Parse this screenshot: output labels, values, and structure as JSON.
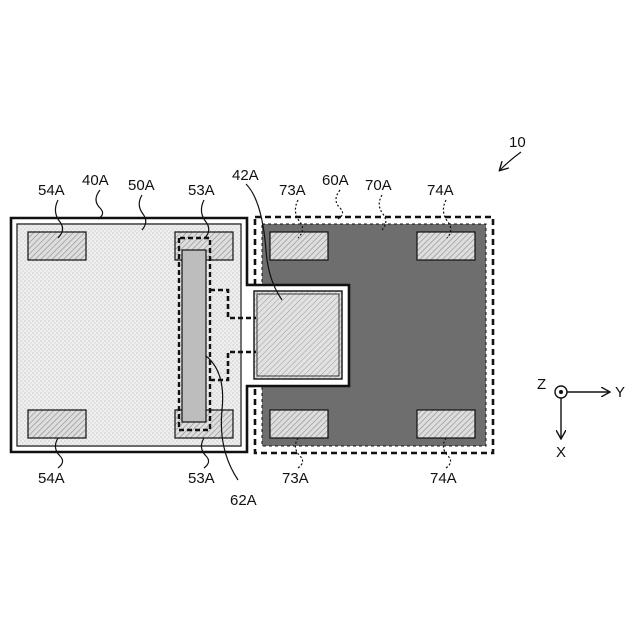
{
  "figure_ref": "10",
  "labels": {
    "l40A": "40A",
    "l50A": "50A",
    "l54A_top": "54A",
    "l53A_top": "53A",
    "l42A": "42A",
    "l73A_top": "73A",
    "l60A": "60A",
    "l70A": "70A",
    "l74A_top": "74A",
    "l54A_bottom": "54A",
    "l53A_bottom": "53A",
    "l62A": "62A",
    "l73A_bottom": "73A",
    "l74A_bottom": "74A"
  },
  "axes": {
    "z": "Z",
    "y": "Y",
    "x": "X"
  },
  "colors": {
    "line": "#111111",
    "light_fill": "#eaeaea",
    "dark_fill": "#6e6e6e",
    "pad_fill": "#d4d4d4",
    "chip_fill": "#d8d8d8"
  }
}
